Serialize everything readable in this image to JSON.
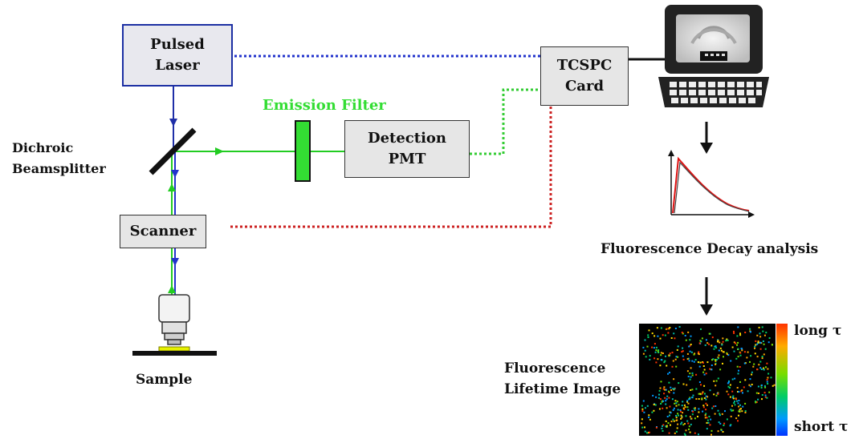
{
  "boxes": {
    "laser": "Pulsed\nLaser",
    "tcspc": "TCSPC\nCard",
    "detection": "Detection\nPMT",
    "scanner": "Scanner"
  },
  "labels": {
    "emission_filter": "Emission Filter",
    "dichroic": "Dichroic\nBeamsplitter",
    "sample": "Sample",
    "decay": "Fluorescence Decay analysis",
    "lifetime_image": "Fluorescence\nLifetime Image",
    "long_tau": "long τ",
    "short_tau": "short τ"
  },
  "colors": {
    "laser_path": "#1f2fa8",
    "emission_path": "#22cc22",
    "sync_link": "#2233cc",
    "detector_link": "#33cc33",
    "scanner_link": "#cc2222",
    "filter_fill": "#33dd33"
  },
  "icons": [
    "computer-icon",
    "objective-lens-icon",
    "decay-curve-icon",
    "lifetime-image-icon"
  ]
}
